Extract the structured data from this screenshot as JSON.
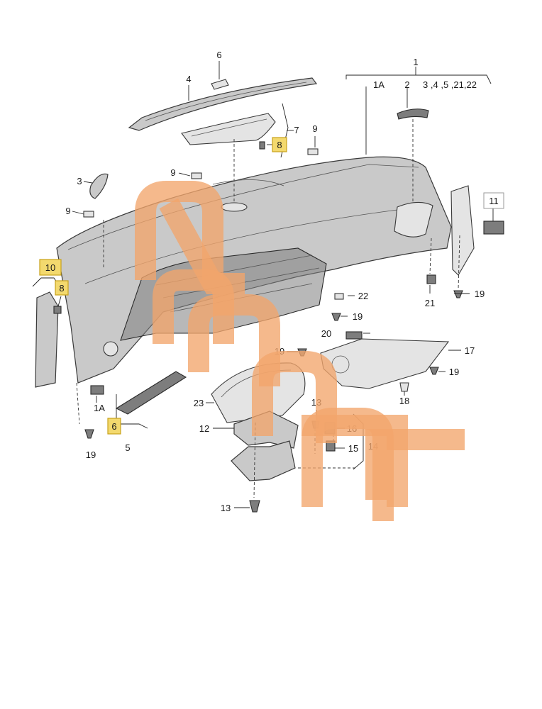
{
  "callouts": {
    "c1": "1",
    "c1a_top": "1A",
    "c2": "2",
    "c_group": "3 ,4 ,5 ,21,22",
    "c3": "3",
    "c4": "4",
    "c5": "5",
    "c6_top": "6",
    "c6_low": "6",
    "c7": "7",
    "c8_top": "8",
    "c8_low": "8",
    "c9_a": "9",
    "c9_b": "9",
    "c9_c": "9",
    "c10": "10",
    "c11": "11",
    "c12": "12",
    "c13_a": "13",
    "c13_b": "13",
    "c14": "14",
    "c15": "15",
    "c16": "16",
    "c17": "17",
    "c18": "18",
    "c19_a": "19",
    "c19_b": "19",
    "c19_c": "19",
    "c19_d": "19",
    "c19_e": "19",
    "c20": "20",
    "c21": "21",
    "c22": "22",
    "c23": "23",
    "c1a_low": "1A"
  },
  "colors": {
    "highlight": "#f3d96e",
    "watermark": "#f2a56c"
  }
}
